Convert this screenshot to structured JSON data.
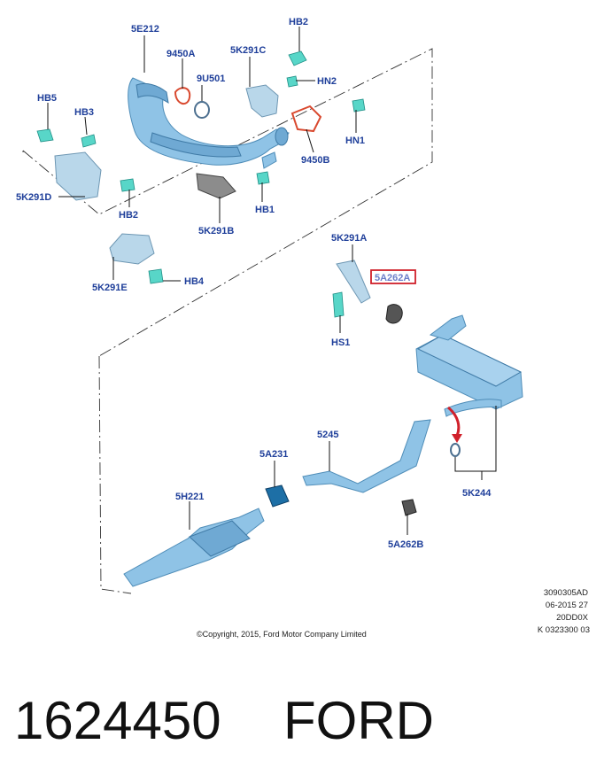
{
  "labels": {
    "l_5E212": "5E212",
    "l_HB2_top": "HB2",
    "l_9450A": "9450A",
    "l_5K291C": "5K291C",
    "l_HN2": "HN2",
    "l_9U501": "9U501",
    "l_HB5": "HB5",
    "l_HB3": "HB3",
    "l_HN1": "HN1",
    "l_9450B": "9450B",
    "l_5K291D": "5K291D",
    "l_HB2_low": "HB2",
    "l_HB1": "HB1",
    "l_5K291B": "5K291B",
    "l_5K291A": "5K291A",
    "l_5A262A": "5A262A",
    "l_HB4": "HB4",
    "l_5K291E": "5K291E",
    "l_HS1": "HS1",
    "l_5245": "5245",
    "l_5A231": "5A231",
    "l_5H221": "5H221",
    "l_5K244": "5K244",
    "l_5A262B": "5A262B"
  },
  "copyright": "©Copyright, 2015, Ford Motor Company Limited",
  "reference_codes": [
    "3090305AD",
    "06-2015 27",
    "20DD0X",
    "K 0323300 03"
  ],
  "part_number": "1624450",
  "brand": "FORD",
  "colors": {
    "callout_blue": "#1f3f9a",
    "highlight_red": "#d0202a",
    "pipe_blue": "#8fc3e6",
    "bolt_cyan": "#58d6c8"
  }
}
